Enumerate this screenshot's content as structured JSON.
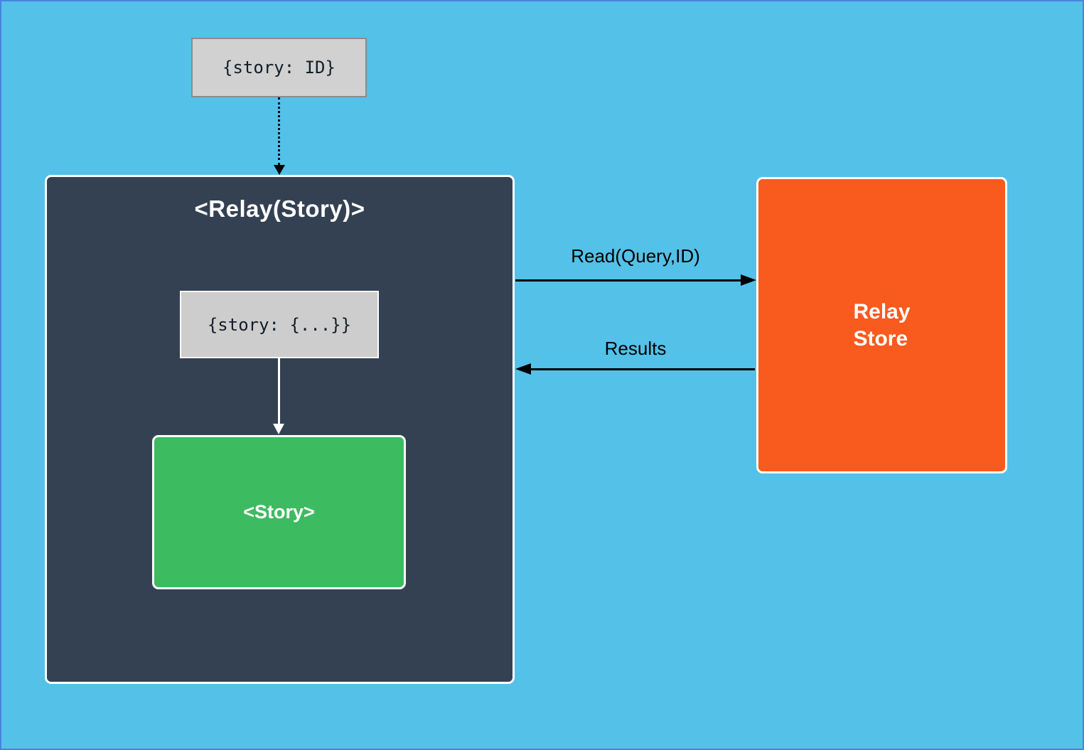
{
  "diagram": {
    "nodes": {
      "props_input": {
        "text": "{story: ID}"
      },
      "relay_component": {
        "title": "<Relay(Story)>"
      },
      "inner_props": {
        "text": "{story: {...}}"
      },
      "story_component": {
        "label": "<Story>"
      },
      "relay_store": {
        "line1": "Relay",
        "line2": "Store"
      }
    },
    "edges": {
      "read": {
        "label": "Read(Query,ID)"
      },
      "results": {
        "label": "Results"
      }
    },
    "colors": {
      "background": "#54c1e8",
      "page_border": "#4a82de",
      "relay_component_fill": "#344152",
      "story_fill": "#3dbb60",
      "relay_store_fill": "#f95a1d",
      "props_top_fill": "#d1d1d1",
      "props_top_border": "#8b8b8b",
      "props_inner_fill": "#cdcdcd",
      "box_border": "#ffffff",
      "arrow_black": "#000000",
      "arrow_white": "#ffffff"
    }
  }
}
